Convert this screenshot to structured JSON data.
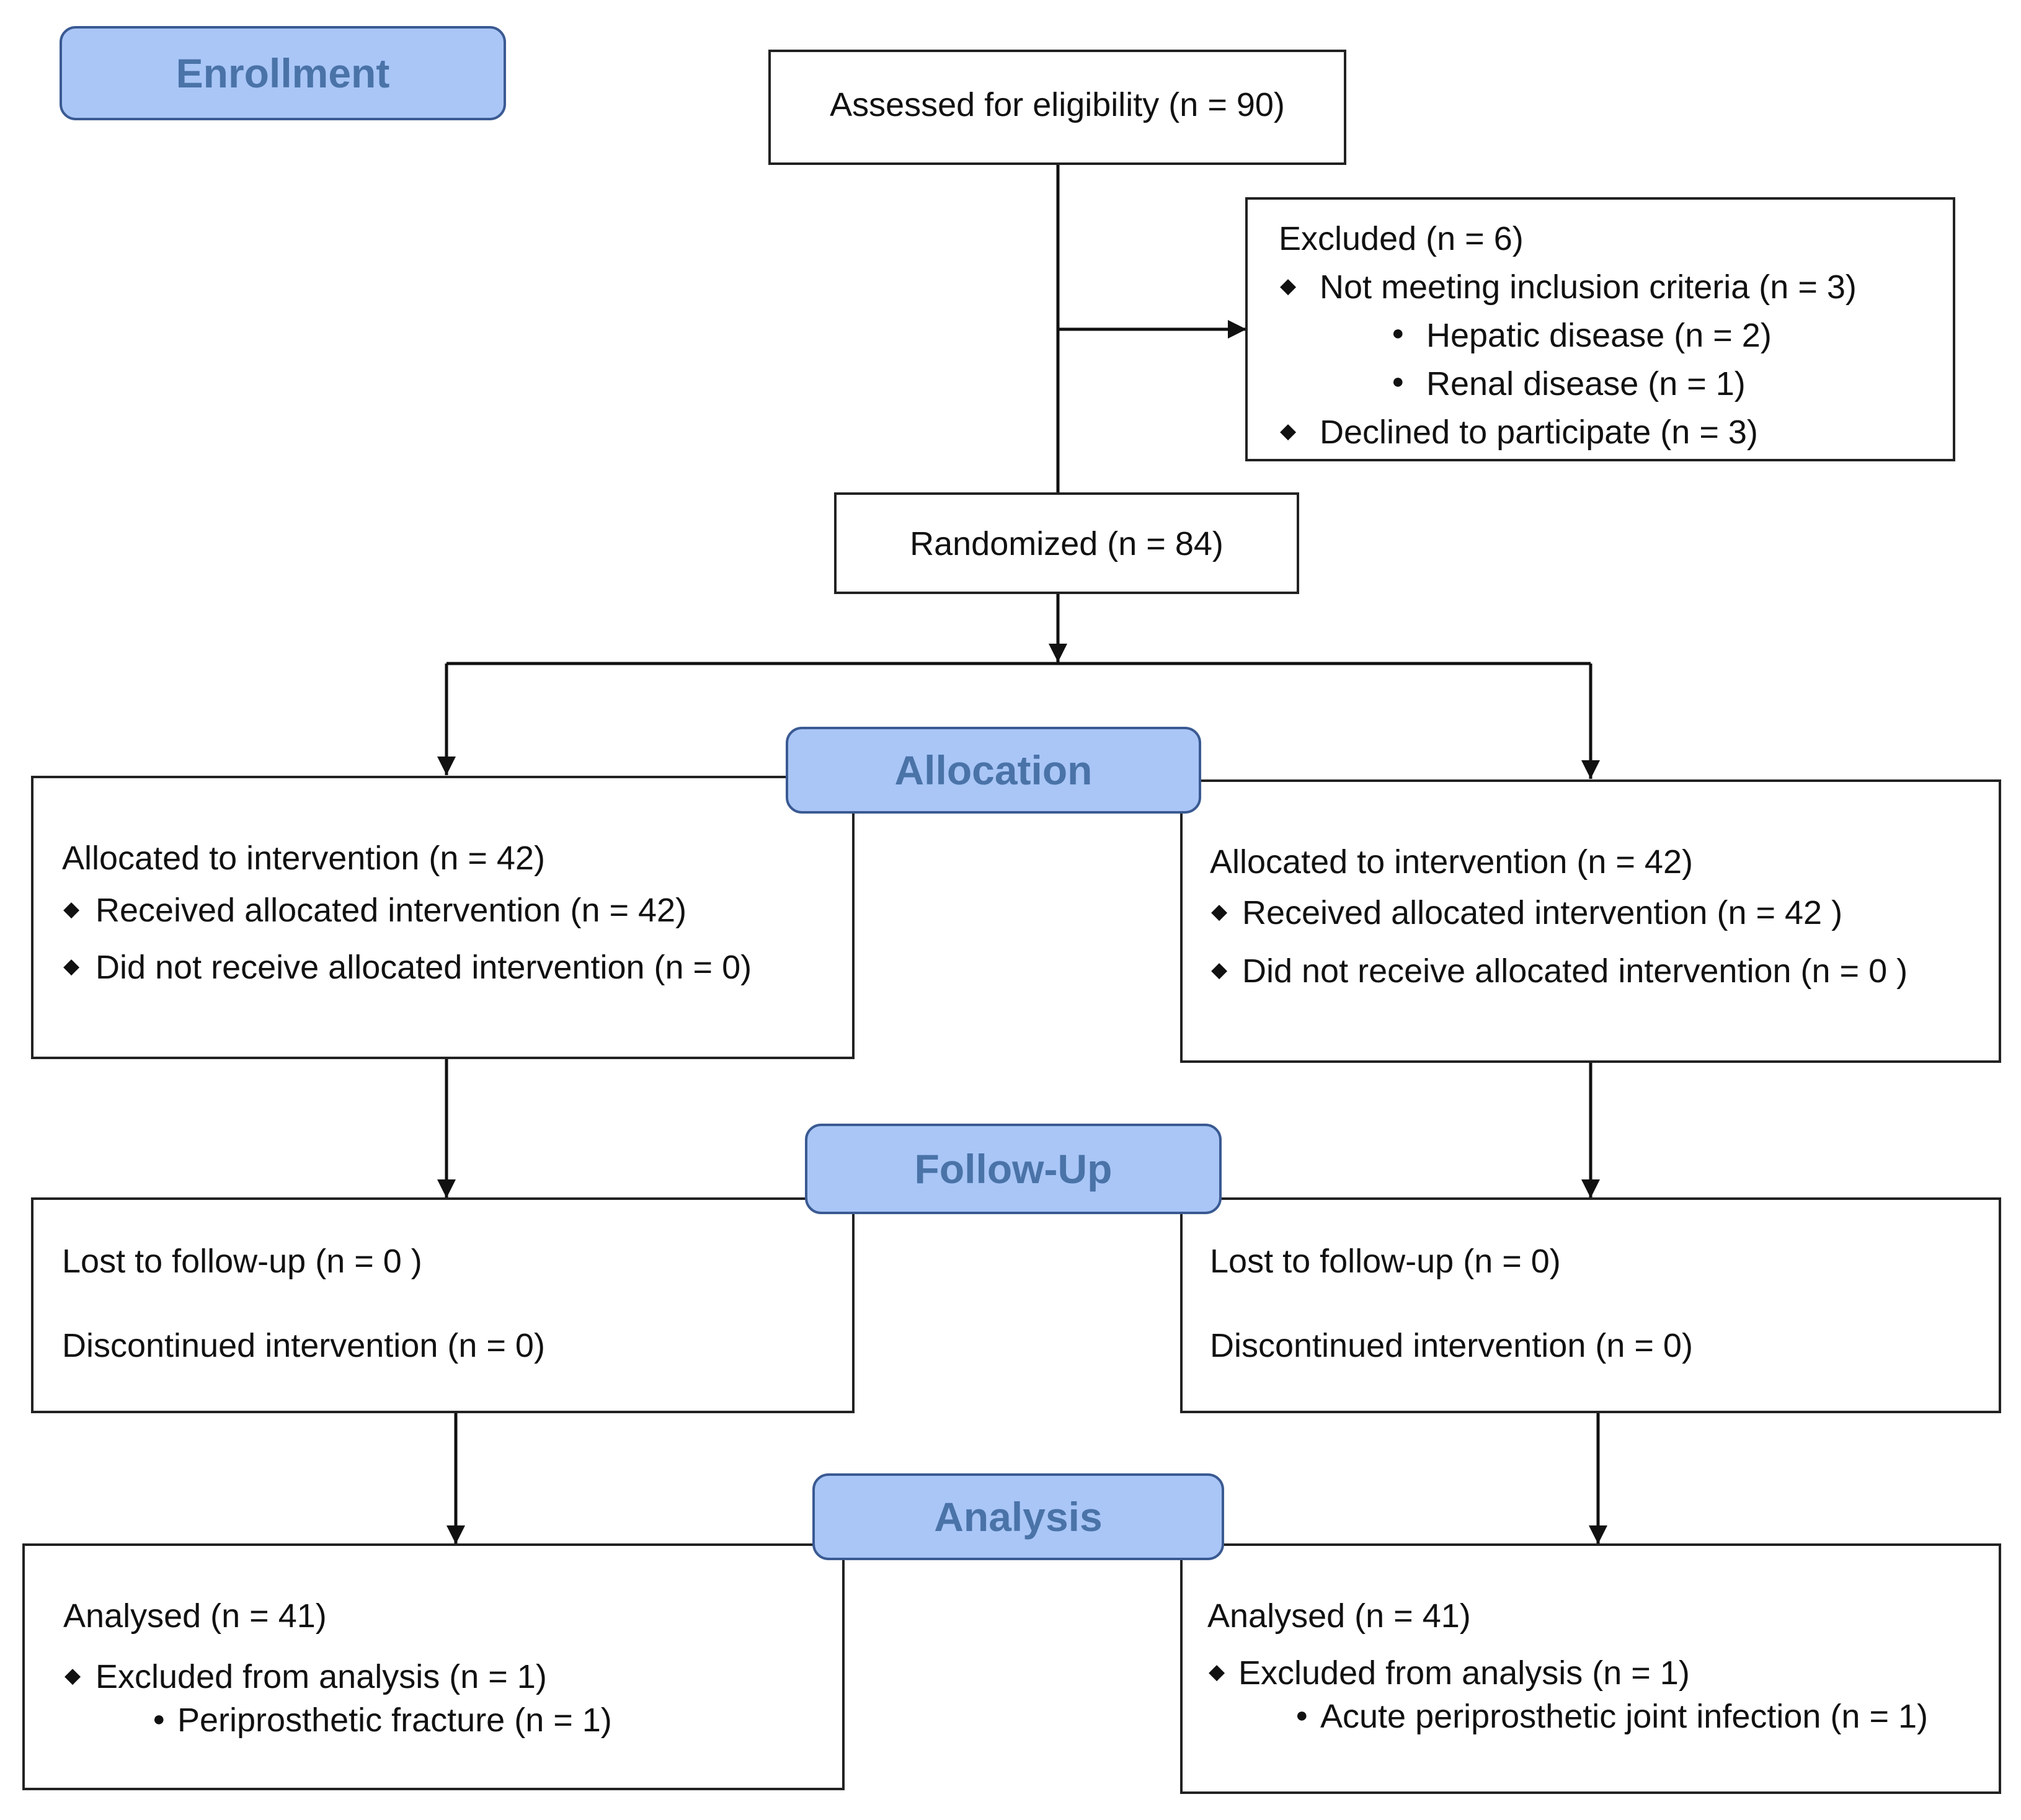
{
  "stages": {
    "enrollment": "Enrollment",
    "allocation": "Allocation",
    "follow_up": "Follow-Up",
    "analysis": "Analysis"
  },
  "assessed": "Assessed for eligibility (n = 90)",
  "excluded": {
    "title": "Excluded  (n = 6)",
    "items": [
      "Not meeting inclusion criteria (n = 3)",
      "Hepatic disease (n = 2)",
      "Renal disease (n = 1)",
      "Declined to participate (n = 3)"
    ]
  },
  "randomized": "Randomized (n = 84)",
  "allocation_left": {
    "title": "Allocated to intervention (n = 42)",
    "received": "Received allocated intervention (n = 42)",
    "not_received": "Did not receive allocated intervention (n = 0)"
  },
  "allocation_right": {
    "title": "Allocated to intervention (n = 42)",
    "received": "Received allocated intervention (n = 42 )",
    "not_received": "Did not receive allocated intervention (n = 0 )"
  },
  "followup_left": {
    "lost": "Lost to follow-up (n = 0 )",
    "discontinued": "Discontinued intervention (n = 0)"
  },
  "followup_right": {
    "lost": "Lost to follow-up (n = 0)",
    "discontinued": "Discontinued intervention (n = 0)"
  },
  "analysis_left": {
    "title": "Analysed  (n = 41)",
    "excluded": "Excluded from analysis (n = 1)",
    "reason": "Periprosthetic fracture (n = 1)"
  },
  "analysis_right": {
    "title": "Analysed  (n = 41)",
    "excluded": "Excluded from analysis (n = 1)",
    "reason": "Acute periprosthetic joint infection (n = 1)"
  }
}
